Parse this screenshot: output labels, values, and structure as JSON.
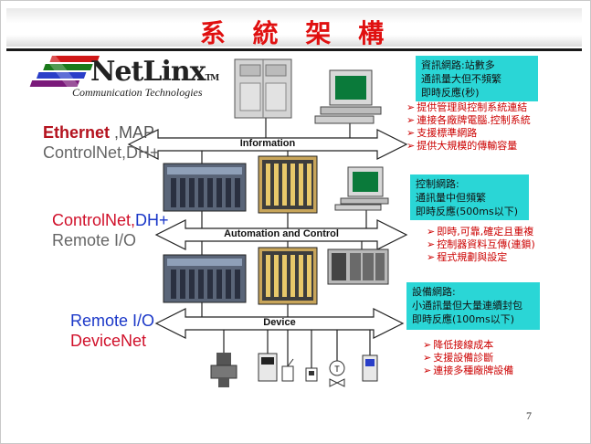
{
  "title": "系 統 架 構",
  "logo": {
    "brand": "NetLinx",
    "tm": "TM",
    "tagline": "Communication Technologies"
  },
  "left_labels": {
    "info": {
      "line1_a": "Ethernet",
      "line1_b": " ,MAP",
      "line2": "ControlNet,DH+"
    },
    "control": {
      "line1_a": "ControlNet,",
      "line1_b": "DH+",
      "line2": "Remote I/O"
    },
    "device": {
      "line1": "Remote I/O",
      "line2": "DeviceNet"
    }
  },
  "buses": {
    "information": "Information",
    "automation": "Automation and Control",
    "device": "Device"
  },
  "info_box": {
    "lines": [
      "資訊網路:站數多",
      "通訊量大但不頻繁",
      "即時反應(秒)"
    ]
  },
  "info_bullets": [
    "提供管理與控制系統連結",
    "連接各廠牌電腦.控制系統",
    "支援標準網路",
    "提供大規模的傳輸容量"
  ],
  "control_box": {
    "lines": [
      "控制網路:",
      "通訊量中但頻繁",
      "即時反應(500ms以下)"
    ]
  },
  "control_bullets": [
    "即時,可靠,確定且重複",
    "控制器資料互傳(連鎖)",
    "程式規劃與設定"
  ],
  "device_box": {
    "lines": [
      "設備網路:",
      "小通訊量但大量連續封包",
      "即時反應(100ms以下)"
    ]
  },
  "device_bullets": [
    "降低接線成本",
    "支援設備診斷",
    "連接多種廠牌設備"
  ],
  "page_number": "7",
  "colors": {
    "title": "#e01010",
    "box": "#2ad6d6",
    "bullet": "#cc0000",
    "ethernet": "#b4121e",
    "control": "#d0102a",
    "dhplus": "#1a37c8",
    "remote": "#1a37c8",
    "devicenet": "#d0102a",
    "grey": "#666666"
  }
}
